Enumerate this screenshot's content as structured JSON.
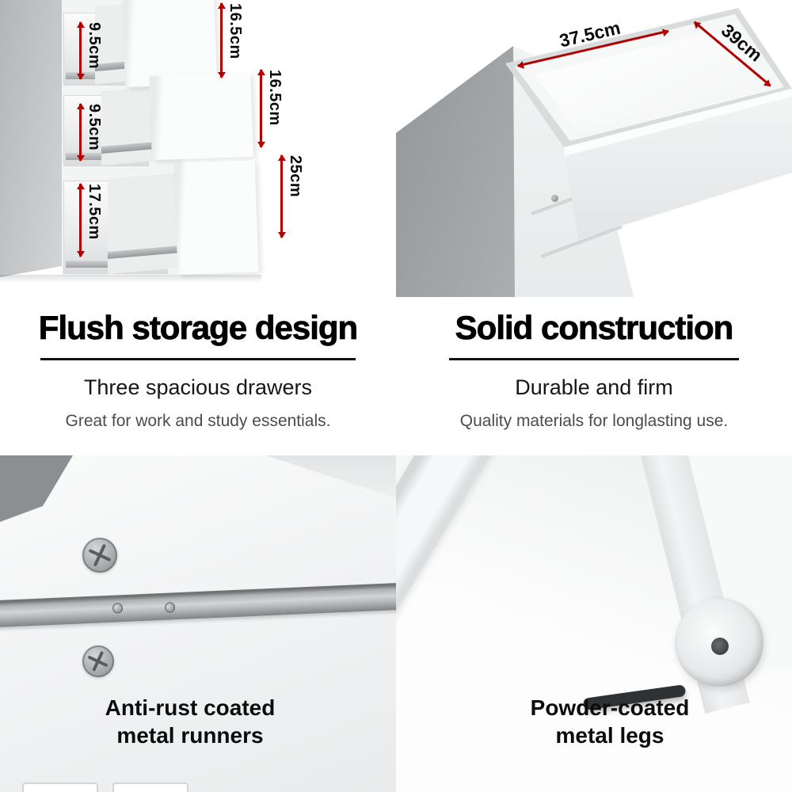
{
  "colors": {
    "accent": "#b20000",
    "heading": "#000000",
    "body_text": "#4b4b4b"
  },
  "top_left": {
    "cavity_dims": [
      "9.5cm",
      "9.5cm",
      "17.5cm"
    ],
    "front_dims": [
      "16.5cm",
      "16.5cm",
      "25cm"
    ]
  },
  "top_right": {
    "width_dim": "37.5cm",
    "depth_dim": "39cm"
  },
  "features": {
    "left": {
      "title": "Flush storage design",
      "subtitle": "Three spacious drawers",
      "description": "Great for work and study essentials."
    },
    "right": {
      "title": "Solid construction",
      "subtitle": "Durable and firm",
      "description": "Quality materials for longlasting use."
    }
  },
  "bottom_left": {
    "caption_line1": "Anti-rust coated",
    "caption_line2": "metal runners"
  },
  "bottom_right": {
    "caption_line1": "Powder-coated",
    "caption_line2": "metal legs"
  }
}
